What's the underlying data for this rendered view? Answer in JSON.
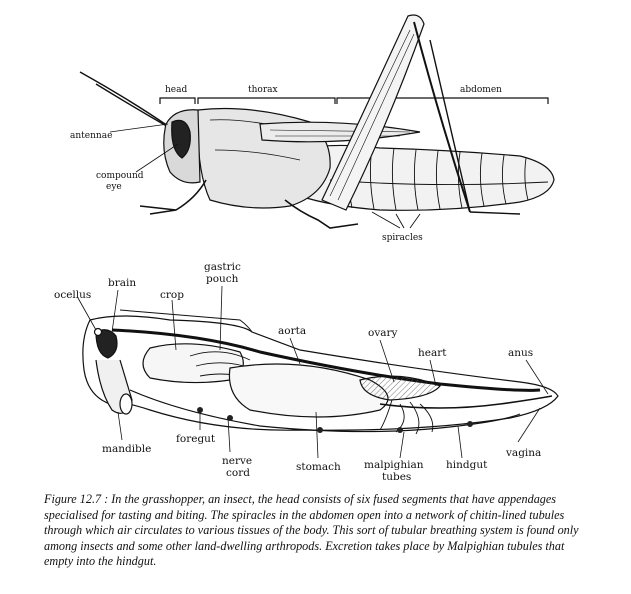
{
  "top_diagram": {
    "labels": {
      "head": "head",
      "thorax": "thorax",
      "abdomen": "abdomen",
      "antennae": "antennae",
      "compound_eye_line1": "compound",
      "compound_eye_line2": "eye",
      "spiracles": "spiracles"
    }
  },
  "bottom_diagram": {
    "labels": {
      "ocellus": "ocellus",
      "brain": "brain",
      "crop": "crop",
      "gastric_pouch_line1": "gastric",
      "gastric_pouch_line2": "pouch",
      "aorta": "aorta",
      "ovary": "ovary",
      "heart": "heart",
      "anus": "anus",
      "mandible": "mandible",
      "foregut": "foregut",
      "nerve_cord_line1": "nerve",
      "nerve_cord_line2": "cord",
      "stomach": "stomach",
      "malpighian_line1": "malpighian",
      "malpighian_line2": "tubes",
      "hindgut": "hindgut",
      "vagina": "vagina"
    }
  },
  "caption": {
    "figure_number": "Figure 12.7 :",
    "text": " In the grasshopper, an insect, the head consists of six fused segments that have appendages specialised for tasting and biting. The spiracles in the abdomen open into a network of chitin-lined tubules through which air circulates to various tissues of the body. This sort of tubular breathing system is found only among insects and some other land-dwelling arthropods. Excretion takes place by Malpighian tubules that empty into the hindgut."
  }
}
